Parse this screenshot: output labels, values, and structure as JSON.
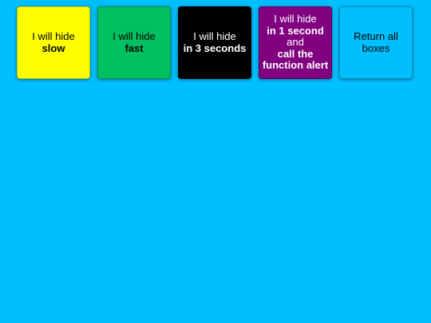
{
  "boxes": [
    {
      "id": "slow",
      "color": "#ffff00",
      "line1": "I will hide",
      "line2": "slow"
    },
    {
      "id": "fast",
      "color": "#00c060",
      "line1": "I will hide",
      "line2": "fast"
    },
    {
      "id": "three-seconds",
      "color": "#000000",
      "line1": "I will hide",
      "line2": "in 3 seconds"
    },
    {
      "id": "one-second-alert",
      "color": "#800080",
      "line1": "I will hide",
      "line2": "in 1 second",
      "line3": "and",
      "line4": "call the",
      "line5": "function alert"
    },
    {
      "id": "return-all",
      "color": "#00bfff",
      "line1": "Return all",
      "line2": "boxes"
    }
  ],
  "page": {
    "background": "#00bfff"
  }
}
